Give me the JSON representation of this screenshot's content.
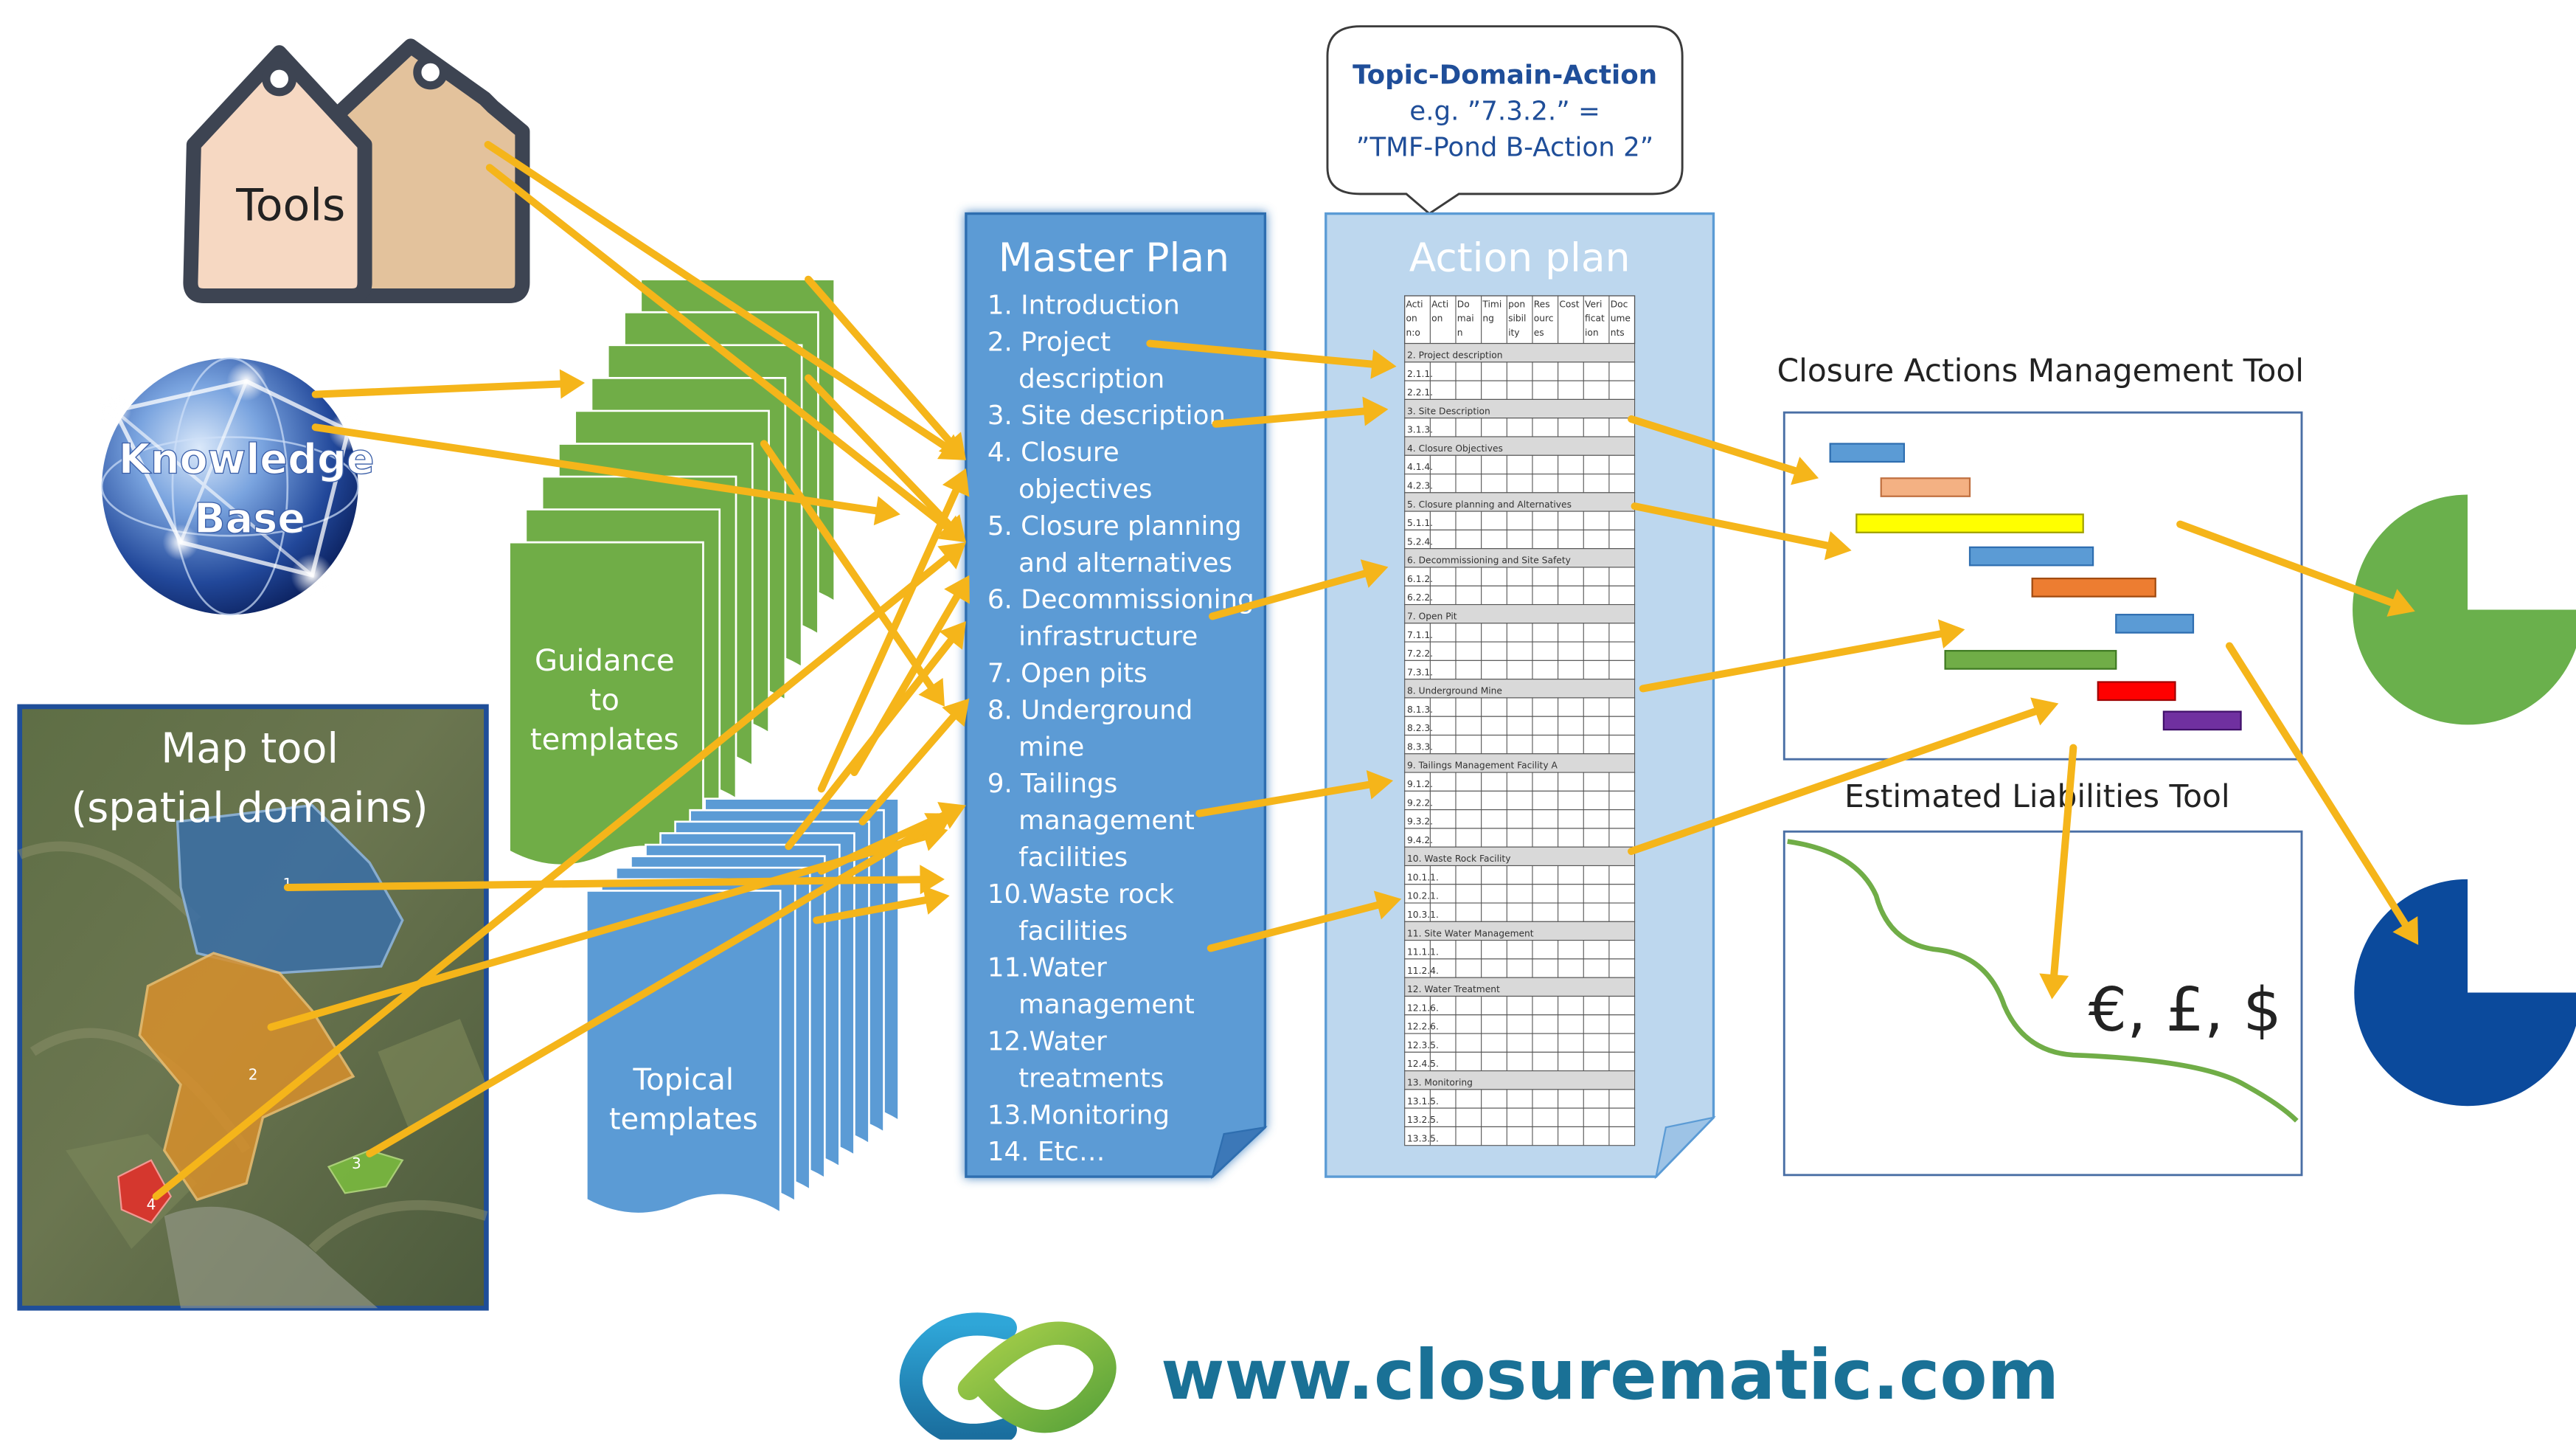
{
  "tools": {
    "label": "Tools"
  },
  "knowledge_base": {
    "label_line1": "Knowledge",
    "label_line2": "Base"
  },
  "guidance": {
    "line1": "Guidance",
    "line2": "to",
    "line3": "templates"
  },
  "topical": {
    "line1": "Topical",
    "line2": "templates"
  },
  "map_tool": {
    "title_line1": "Map tool",
    "title_line2": "(spatial domains)",
    "domains": [
      "1",
      "2",
      "3",
      "4"
    ]
  },
  "callout": {
    "line1": "Topic-Domain-Action",
    "line2": "e.g. ”7.3.2.” =",
    "line3": "”TMF-Pond B-Action 2”"
  },
  "master_plan": {
    "title": "Master Plan",
    "items": [
      [
        "1. Introduction"
      ],
      [
        "2. Project",
        "description"
      ],
      [
        "3. Site description"
      ],
      [
        "4. Closure",
        "objectives"
      ],
      [
        "5. Closure planning",
        "and alternatives"
      ],
      [
        "6. Decommissioning",
        "infrastructure"
      ],
      [
        "7. Open pits"
      ],
      [
        "8. Underground",
        "mine"
      ],
      [
        "9. Tailings",
        "management",
        "facilities"
      ],
      [
        "10.Waste rock",
        "facilities"
      ],
      [
        "11.Water",
        "management"
      ],
      [
        "12.Water",
        "treatments"
      ],
      [
        "13.Monitoring"
      ],
      [
        "14. Etc…"
      ]
    ]
  },
  "action_plan": {
    "title": "Action plan",
    "headers": [
      [
        "Acti",
        "on",
        "n:o"
      ],
      [
        "Acti",
        "on"
      ],
      [
        "Do",
        "mai",
        "n"
      ],
      [
        "Timi",
        "ng"
      ],
      [
        "pon",
        "sibil",
        "ity"
      ],
      [
        "Res",
        "ourc",
        "es"
      ],
      [
        "Cost"
      ],
      [
        "Veri",
        "ficat",
        "ion"
      ],
      [
        "Doc",
        "ume",
        "nts"
      ]
    ],
    "rows": [
      {
        "t": "s",
        "v": "2. Project description"
      },
      {
        "t": "r",
        "v": "2.1.1."
      },
      {
        "t": "r",
        "v": "2.2.1."
      },
      {
        "t": "s",
        "v": "3. Site Description"
      },
      {
        "t": "r",
        "v": "3.1.3."
      },
      {
        "t": "s",
        "v": "4. Closure Objectives"
      },
      {
        "t": "r",
        "v": "4.1.4."
      },
      {
        "t": "r",
        "v": "4.2.3."
      },
      {
        "t": "s",
        "v": "5. Closure planning and Alternatives"
      },
      {
        "t": "r",
        "v": "5.1.1."
      },
      {
        "t": "r",
        "v": "5.2.4."
      },
      {
        "t": "s",
        "v": "6. Decommissioning and Site Safety"
      },
      {
        "t": "r",
        "v": "6.1.2."
      },
      {
        "t": "r",
        "v": "6.2.2."
      },
      {
        "t": "s",
        "v": "7. Open Pit"
      },
      {
        "t": "r",
        "v": "7.1.1."
      },
      {
        "t": "r",
        "v": "7.2.2."
      },
      {
        "t": "r",
        "v": "7.3.1."
      },
      {
        "t": "s",
        "v": "8. Underground Mine"
      },
      {
        "t": "r",
        "v": "8.1.3."
      },
      {
        "t": "r",
        "v": "8.2.3."
      },
      {
        "t": "r",
        "v": "8.3.3."
      },
      {
        "t": "s",
        "v": "9. Tailings Management Facility A"
      },
      {
        "t": "r",
        "v": "9.1.2."
      },
      {
        "t": "r",
        "v": "9.2.2."
      },
      {
        "t": "r",
        "v": "9.3.2."
      },
      {
        "t": "r",
        "v": "9.4.2."
      },
      {
        "t": "s",
        "v": "10. Waste Rock Facility"
      },
      {
        "t": "r",
        "v": "10.1.1."
      },
      {
        "t": "r",
        "v": "10.2.1."
      },
      {
        "t": "r",
        "v": "10.3.1."
      },
      {
        "t": "s",
        "v": "11. Site Water Management"
      },
      {
        "t": "r",
        "v": "11.1.1."
      },
      {
        "t": "r",
        "v": "11.2.4."
      },
      {
        "t": "s",
        "v": "12. Water Treatment"
      },
      {
        "t": "r",
        "v": "12.1.6."
      },
      {
        "t": "r",
        "v": "12.2.6."
      },
      {
        "t": "r",
        "v": "12.3.5."
      },
      {
        "t": "r",
        "v": "12.4.5."
      },
      {
        "t": "s",
        "v": "13. Monitoring"
      },
      {
        "t": "r",
        "v": "13.1.5."
      },
      {
        "t": "r",
        "v": "13.2.5."
      },
      {
        "t": "r",
        "v": "13.3.5."
      }
    ]
  },
  "closure_actions_tool": {
    "title": "Closure Actions Management Tool"
  },
  "liabilities_tool": {
    "title": "Estimated Liabilities Tool",
    "currency": "€, £, $"
  },
  "footer": {
    "url": "www.closurematic.com"
  },
  "colors": {
    "arrow": "#f5b51a",
    "master_blue": "#5b9bd5",
    "action_blue": "#bdd7ee",
    "guidance_green": "#70ad47",
    "topical_blue": "#5b9bd5",
    "map_border": "#1f4e99",
    "footer_text": "#1a7196",
    "pie_green": "#6ab04c",
    "pie_blue": "#0b4a9c"
  }
}
